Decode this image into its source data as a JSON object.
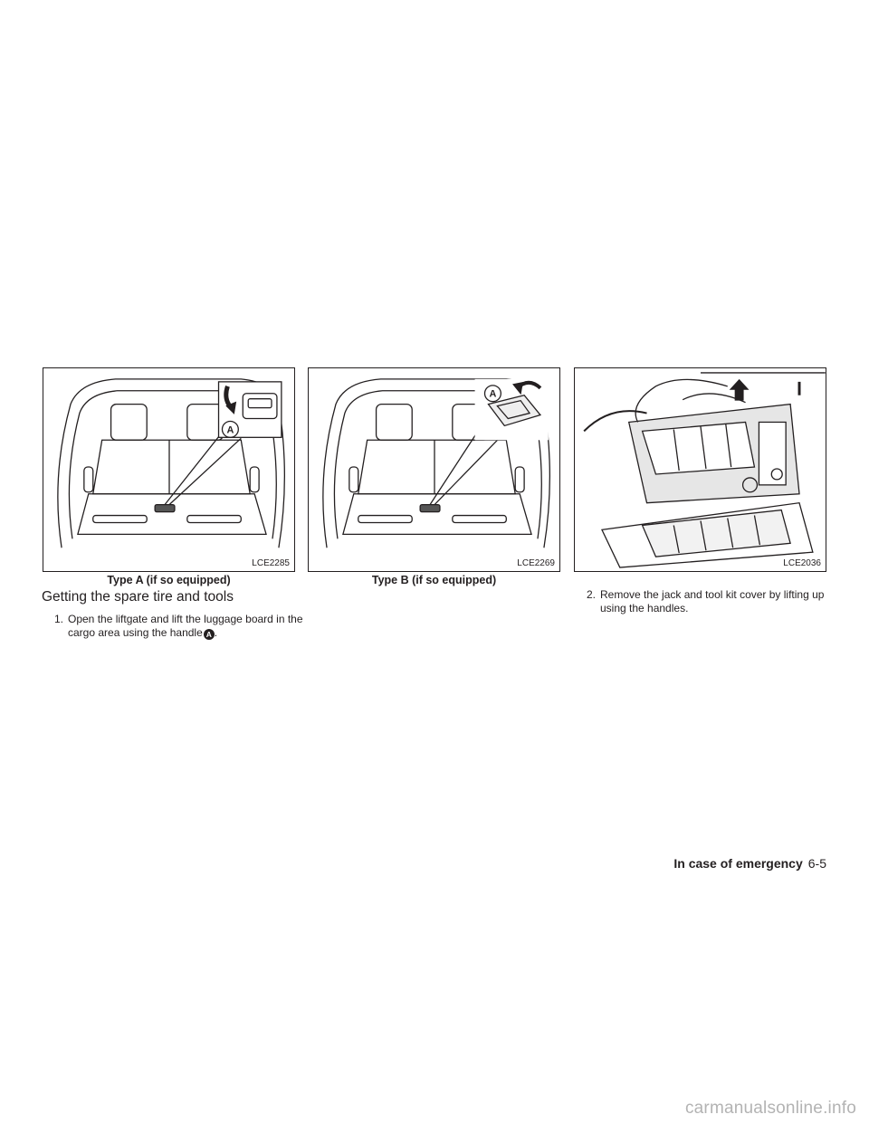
{
  "figures": [
    {
      "code": "LCE2285",
      "caption": "Type A (if so equipped)",
      "callout": "A"
    },
    {
      "code": "LCE2269",
      "caption": "Type B (if so equipped)",
      "callout": "A"
    },
    {
      "code": "LCE2036",
      "caption": ""
    }
  ],
  "section": {
    "heading": "Getting the spare tire and tools",
    "steps": [
      {
        "num": "1.",
        "text": "Open the liftgate and lift the luggage board in the cargo area using the handle",
        "ref": "A",
        "suffix": "."
      },
      {
        "num": "2.",
        "text": "Remove the jack and tool kit cover by lifting up using the handles."
      }
    ]
  },
  "footer": {
    "section_title": "In case of emergency",
    "page": "6-5"
  },
  "watermark": "carmanualsonline.info"
}
